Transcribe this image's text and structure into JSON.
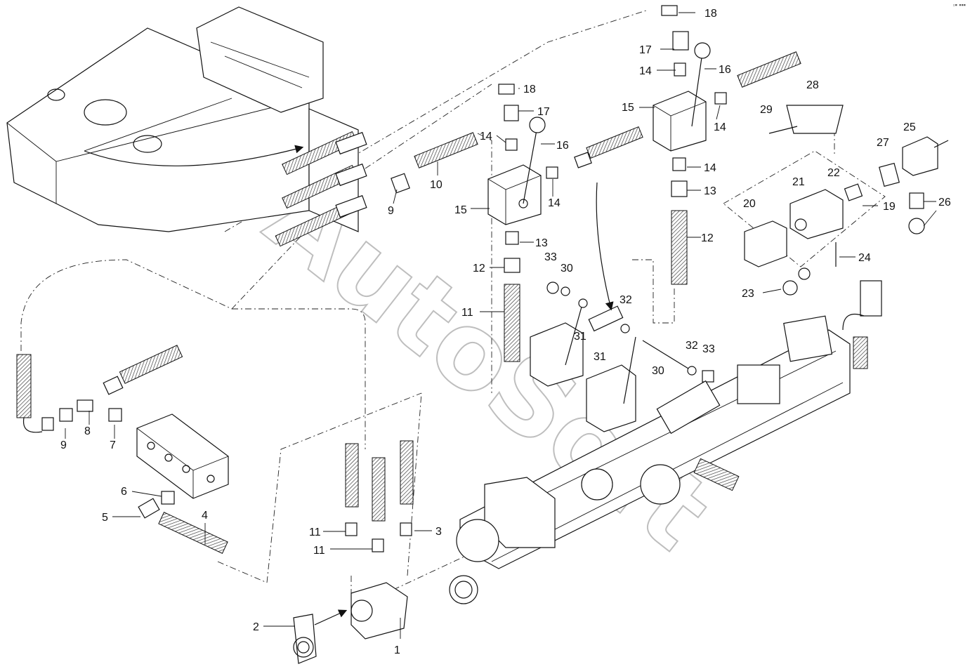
{
  "watermark": "AutoSoft",
  "corner_mark": "▫▪ ▪▪▪",
  "callouts": [
    "1",
    "2",
    "3",
    "4",
    "5",
    "6",
    "7",
    "8",
    "9",
    "10",
    "11",
    "11",
    "12",
    "12",
    "13",
    "13",
    "14",
    "14",
    "14",
    "14",
    "14",
    "15",
    "15",
    "16",
    "16",
    "17",
    "17",
    "18",
    "18",
    "19",
    "20",
    "21",
    "22",
    "23",
    "24",
    "25",
    "26",
    "27",
    "28",
    "29",
    "30",
    "31",
    "32",
    "32",
    "32",
    "33",
    "33"
  ]
}
